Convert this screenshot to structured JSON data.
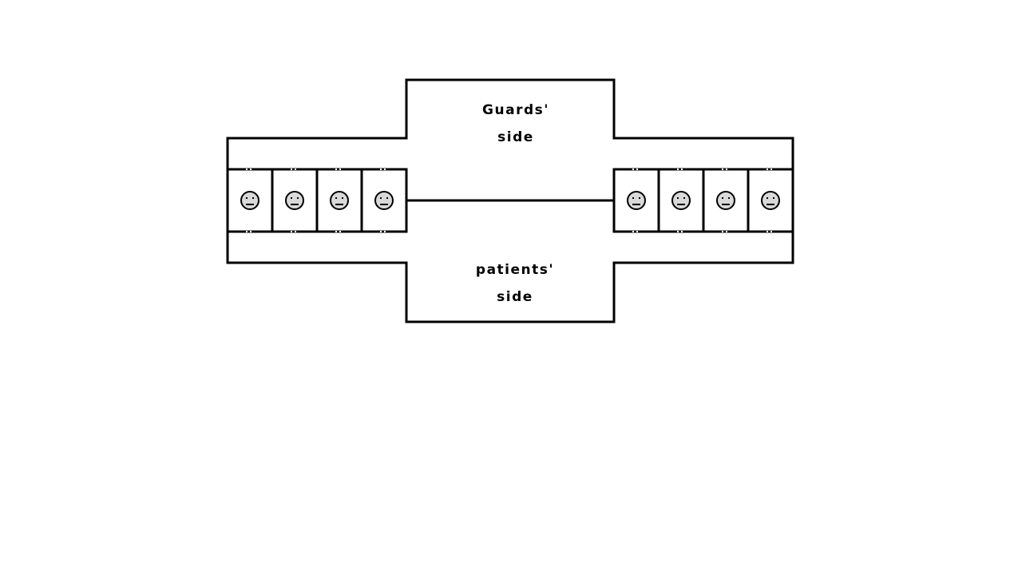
{
  "labels": {
    "guards_line1": "Guards'",
    "guards_line2": "side",
    "patients_line1": "patients'",
    "patients_line2": "side"
  },
  "cells": {
    "left_wing_count": 4,
    "right_wing_count": 4,
    "occupant_icon": "neutral-face-icon"
  },
  "colors": {
    "line": "#000000",
    "background": "#ffffff",
    "face_fill": "#d9d9d9"
  }
}
